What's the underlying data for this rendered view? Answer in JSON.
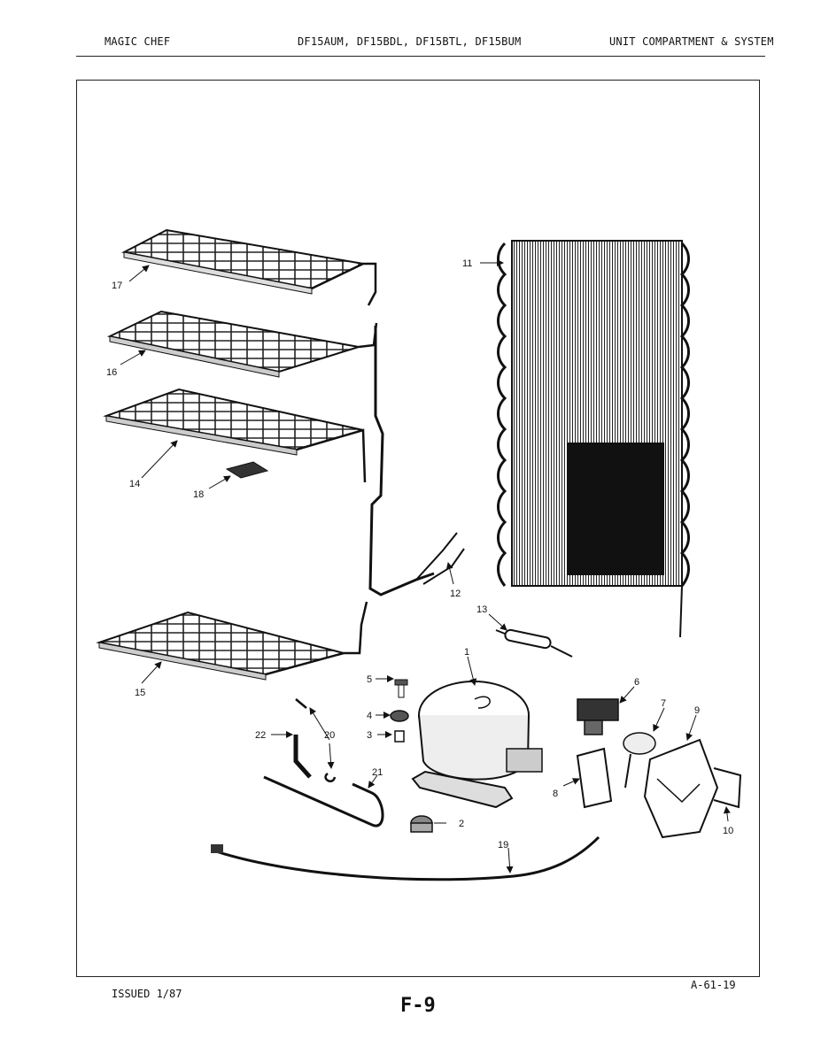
{
  "header": {
    "brand": "MAGIC CHEF",
    "models": "DF15AUM, DF15BDL, DF15BTL, DF15BUM",
    "section": "UNIT COMPARTMENT & SYSTEM"
  },
  "footer": {
    "issued": "ISSUED 1/87",
    "code": "A-61-19",
    "page": "F-9"
  },
  "callouts": {
    "c1": "1",
    "c2": "2",
    "c3": "3",
    "c4": "4",
    "c5": "5",
    "c6": "6",
    "c7": "7",
    "c8": "8",
    "c9": "9",
    "c10": "10",
    "c11": "11",
    "c12": "12",
    "c13": "13",
    "c14": "14",
    "c15": "15",
    "c16": "16",
    "c17": "17",
    "c18": "18",
    "c19": "19",
    "c20": "20",
    "c21": "21",
    "c22": "22"
  }
}
